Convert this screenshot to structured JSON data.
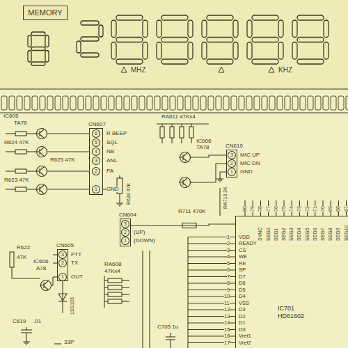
{
  "diagram": {
    "nodes": [
      {
        "text": [
          "MEMORY"
        ]
      },
      {
        "text": [
          "CN607"
        ]
      },
      {
        "text": [
          "CN610"
        ]
      },
      {
        "text": [
          "CN604"
        ]
      },
      {
        "text": [
          "CN605"
        ]
      },
      {
        "text": [
          "IC701",
          "HD61602"
        ]
      }
    ],
    "edges": [
      {
        "from": 3,
        "to": 5,
        "arrow": "none"
      }
    ],
    "labels": [
      "MHZ",
      "KHZ",
      "IC605",
      "TA78",
      "R624 47K",
      "R625 47K",
      "R623 47K",
      "6",
      "5",
      "4",
      "3",
      "2",
      "1",
      "R BEEP",
      "SQL",
      "NB",
      "ANL",
      "PA",
      "GND",
      "R628 47K",
      "RA611 47Kx4",
      "IC606",
      "TA78",
      "3",
      "2",
      "1",
      "MIC UP",
      "MIC DN",
      "GND",
      "RA710 2K",
      "3",
      "2",
      "1",
      "(UP)",
      "(DOWN)",
      "R711 470K",
      "R622",
      "47K",
      "IC606",
      "A78",
      "3",
      "2",
      "1",
      "PTT",
      "TX",
      "OUT",
      "RA608",
      "47Kx4",
      "1SS133",
      "C619",
      ".01",
      "C705 1u",
      "33P",
      "1",
      "2",
      "3",
      "4",
      "5",
      "6",
      "7",
      "8",
      "9",
      "10",
      "11",
      "12",
      "13",
      "14",
      "15",
      "16",
      "17",
      "80",
      "79",
      "78",
      "77",
      "76",
      "75",
      "74",
      "73",
      "72",
      "71",
      "70",
      "69",
      "68",
      "67",
      "SYNC",
      "SEG0",
      "SEG1",
      "SEG2",
      "SEG3",
      "SEG4",
      "SEG5",
      "SEG6",
      "SEG7",
      "SEG8",
      "SEG9",
      "SEG10",
      "VDD",
      "READY",
      "CS",
      "WE",
      "RE",
      "SP",
      "D7",
      "D6",
      "D5",
      "D4",
      "VSS",
      "D3",
      "D2",
      "D1",
      "D0",
      "Vref1",
      "Vref2"
    ]
  }
}
